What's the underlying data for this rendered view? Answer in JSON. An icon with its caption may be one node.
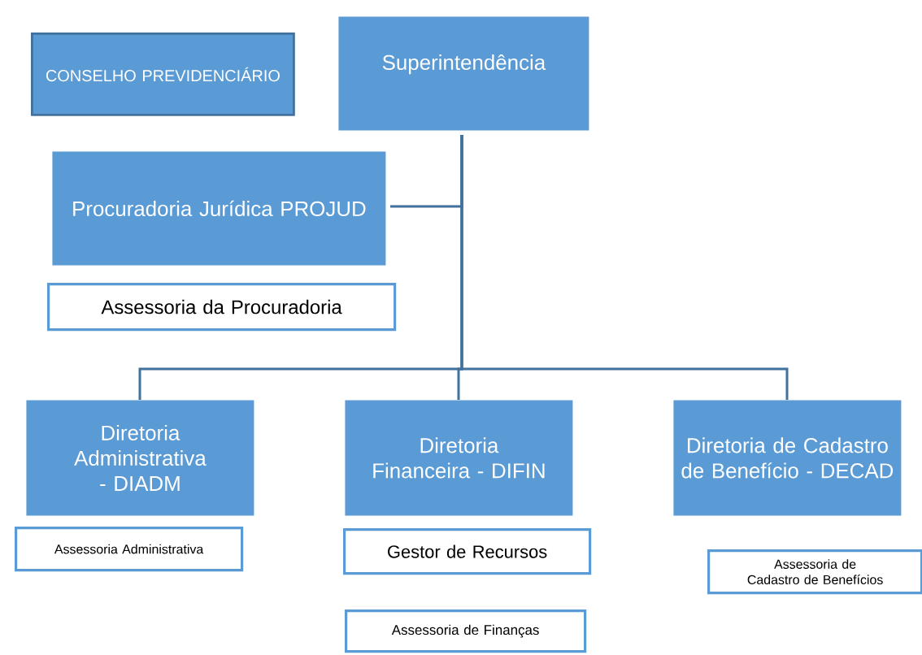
{
  "diagram": {
    "nodes": [
      {
        "text": [
          "CONSELHO PREVIDENCIÁRIO"
        ]
      },
      {
        "text": [
          "Superintendência"
        ]
      },
      {
        "text": [
          "Procuradoria Jurídica PROJUD"
        ]
      },
      {
        "text": [
          "Assessoria da Procuradoria"
        ]
      },
      {
        "text": [
          "Diretoria Administrativa - DIADM"
        ]
      },
      {
        "text": [
          "Diretoria Financeira - DIFIN"
        ]
      },
      {
        "text": [
          "Diretoria de Cadastro de Benefício - DECAD"
        ]
      },
      {
        "text": [
          "Assessoria Administrativa"
        ]
      },
      {
        "text": [
          "Gestor de Recursos"
        ]
      },
      {
        "text": [
          "Assessoria de Finanças"
        ]
      },
      {
        "text": [
          "Assessoria de Cadastro de Benefícios"
        ]
      }
    ],
    "edges": [
      {
        "from": 1,
        "to": 2,
        "arrow": "none"
      },
      {
        "from": 1,
        "to": 4,
        "arrow": "none"
      },
      {
        "from": 1,
        "to": 5,
        "arrow": "none"
      },
      {
        "from": 1,
        "to": 6,
        "arrow": "none"
      }
    ]
  }
}
